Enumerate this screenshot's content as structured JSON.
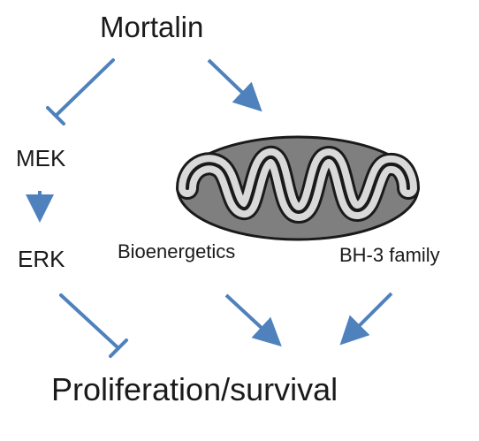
{
  "diagram": {
    "nodes": {
      "mortalin": "Mortalin",
      "mek": "MEK",
      "erk": "ERK",
      "bioenergetics": "Bioenergetics",
      "bh3_family": "BH-3 family",
      "outcome": "Proliferation/survival"
    },
    "edges": [
      {
        "from": "Mortalin",
        "to": "MEK",
        "type": "inhibits"
      },
      {
        "from": "Mortalin",
        "to": "mitochondrion",
        "type": "activates"
      },
      {
        "from": "MEK",
        "to": "ERK",
        "type": "activates"
      },
      {
        "from": "ERK",
        "to": "Proliferation/survival",
        "type": "inhibits"
      },
      {
        "from": "Bioenergetics",
        "to": "Proliferation/survival",
        "type": "activates"
      },
      {
        "from": "BH-3 family",
        "to": "Proliferation/survival",
        "type": "activates"
      }
    ],
    "colors": {
      "arrow": "#4f81bd",
      "mito_outer": "#7f7f7f",
      "mito_inner": "#d9d9d9",
      "mito_stroke": "#1a1a1a",
      "text": "#1a1a1a"
    }
  }
}
